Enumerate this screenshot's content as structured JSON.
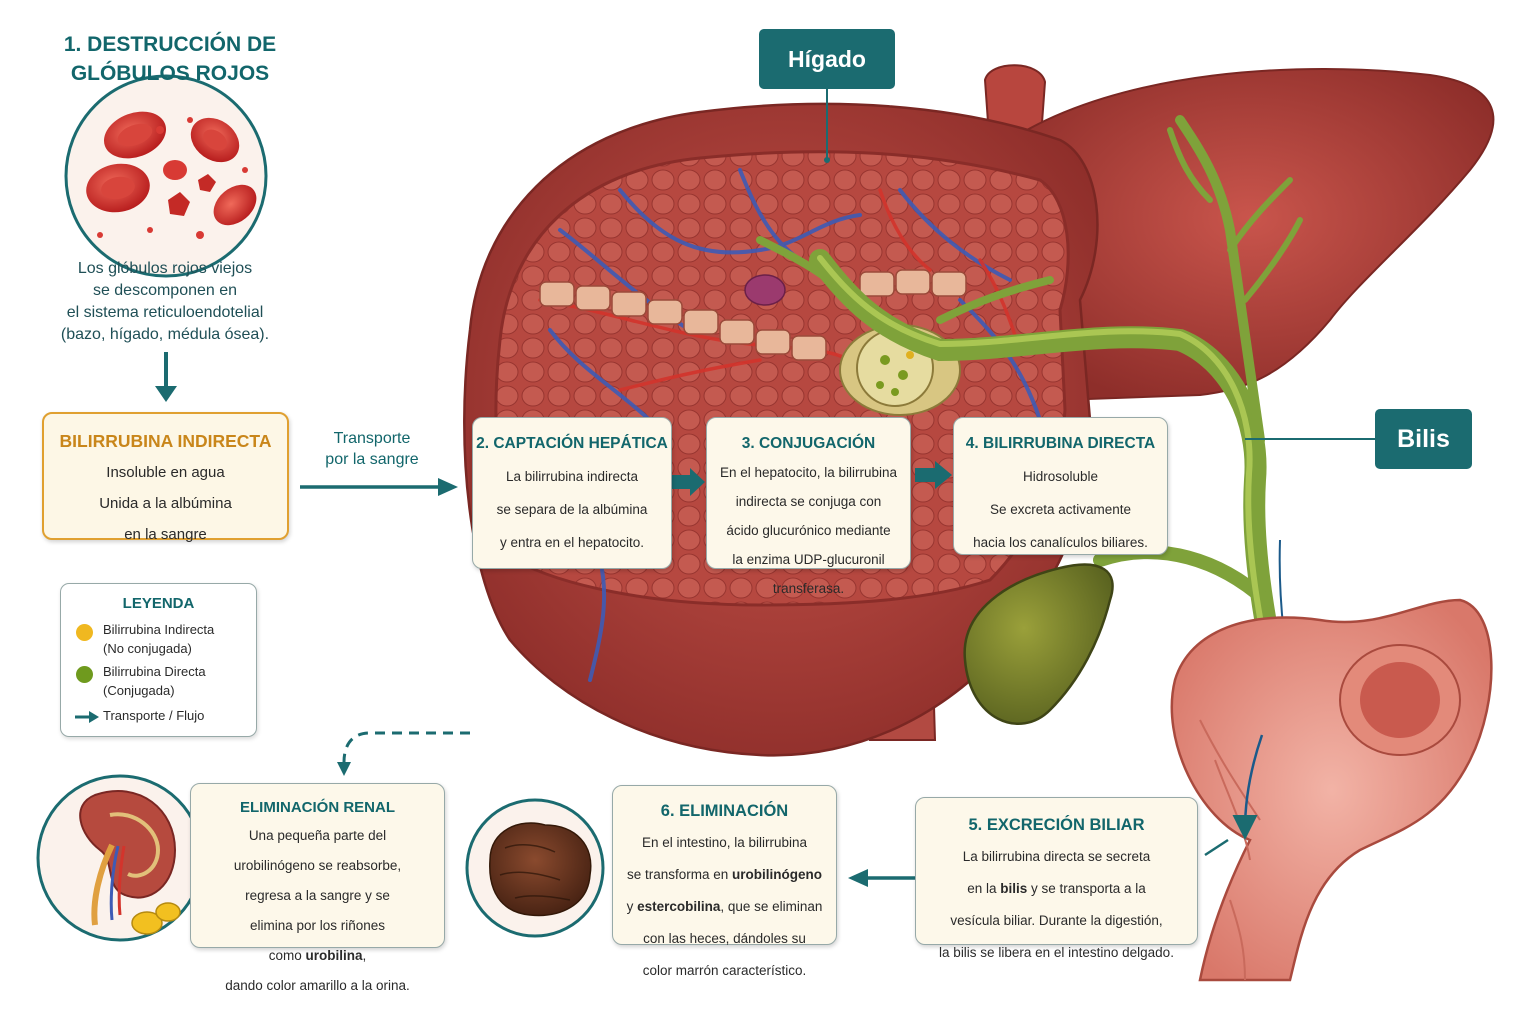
{
  "header": {
    "liver_label": "Hígado",
    "bile_label": "Bilis"
  },
  "step1": {
    "title_line1": "1. DESTRUCCIÓN DE",
    "title_line2": "GLÓBULOS ROJOS",
    "text_line1": "Los glóbulos rojos viejos",
    "text_line2": "se descomponen en",
    "text_line3": "el sistema reticuloendotelial",
    "text_line4": "(bazo, hígado, médula ósea)."
  },
  "indirect": {
    "title": "BILIRRUBINA INDIRECTA",
    "line1": "Insoluble en agua",
    "line2": "Unida a la albúmina",
    "line3": "en la sangre"
  },
  "transport": {
    "line1": "Transporte",
    "line2": "por la sangre"
  },
  "step2": {
    "title": "2. CAPTACIÓN HEPÁTICA",
    "line1": "La bilirrubina indirecta",
    "line2": "se separa de la albúmina",
    "line3": "y entra en el hepatocito."
  },
  "step3": {
    "title": "3. CONJUGACIÓN",
    "line1": "En el hepatocito, la bilirrubina",
    "line2": "indirecta se conjuga con",
    "line3": "ácido glucurónico mediante",
    "line4": "la enzima UDP-glucuronil",
    "line5": "transferasa."
  },
  "step4": {
    "title": "4. BILIRRUBINA DIRECTA",
    "line1": "Hidrosoluble",
    "line2": "Se excreta activamente",
    "line3": "hacia los canalículos biliares."
  },
  "legend": {
    "title": "LEYENDA",
    "item1_line1": "Bilirrubina Indirecta",
    "item1_line2": "(No conjugada)",
    "item2_line1": "Bilirrubina Directa",
    "item2_line2": "(Conjugada)",
    "item3": "Transporte / Flujo"
  },
  "renal": {
    "title": "ELIMINACIÓN RENAL",
    "line1": "Una pequeña parte del",
    "line2": "urobilinógeno se reabsorbe,",
    "line3": "regresa a la sangre y se",
    "line4": "elimina por los riñones",
    "line5_pre": "como ",
    "line5_bold": "urobilina",
    "line5_post": ",",
    "line6": "dando color amarillo a la orina."
  },
  "step6": {
    "title": "6. ELIMINACIÓN",
    "line1": "En el intestino, la bilirrubina",
    "line2_pre": "se transforma en ",
    "line2_bold": "urobilinógeno",
    "line3_pre": "y ",
    "line3_bold": "estercobilina",
    "line3_post": ", que se eliminan",
    "line4": "con las heces, dándoles su",
    "line5": "color marrón característico."
  },
  "step5": {
    "title": "5. EXCRECIÓN BILIAR",
    "line1": "La bilirrubina directa se secreta",
    "line2_pre": "en la ",
    "line2_bold": "bilis",
    "line2_post": " y se transporta a la",
    "line3": "vesícula biliar. Durante la digestión,",
    "line4": "la bilis se libera en el intestino delgado."
  },
  "colors": {
    "teal": "#12666b",
    "indirect_yellow": "#f0b820",
    "direct_green": "#6f9a1e",
    "liver_red": "#b8423c"
  }
}
